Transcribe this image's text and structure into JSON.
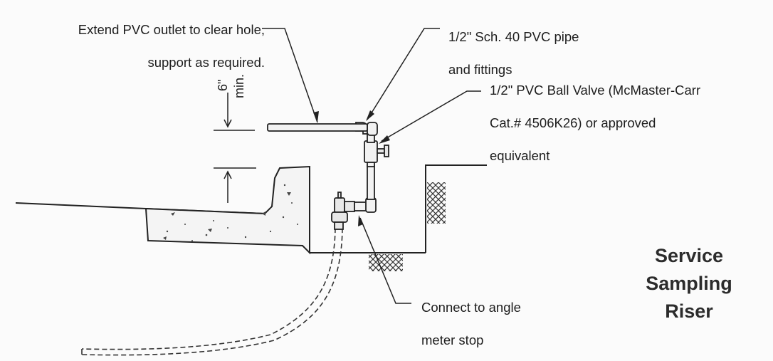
{
  "labels": {
    "outlet_line1": "Extend PVC outlet to clear hole,",
    "outlet_line2": "support as required.",
    "pipe_line1": "1/2\" Sch. 40 PVC pipe",
    "pipe_line2": "and fittings",
    "valve_line1": "1/2\" PVC Ball Valve (McMaster-Carr",
    "valve_line2": "Cat.# 4506K26) or approved",
    "valve_line3": "equivalent",
    "connect_line1": "Connect to angle",
    "connect_line2": "meter stop"
  },
  "dimension": {
    "value": "6\"",
    "qualifier": "min."
  },
  "title": {
    "line1": "Service",
    "line2": "Sampling",
    "line3": "Riser"
  }
}
